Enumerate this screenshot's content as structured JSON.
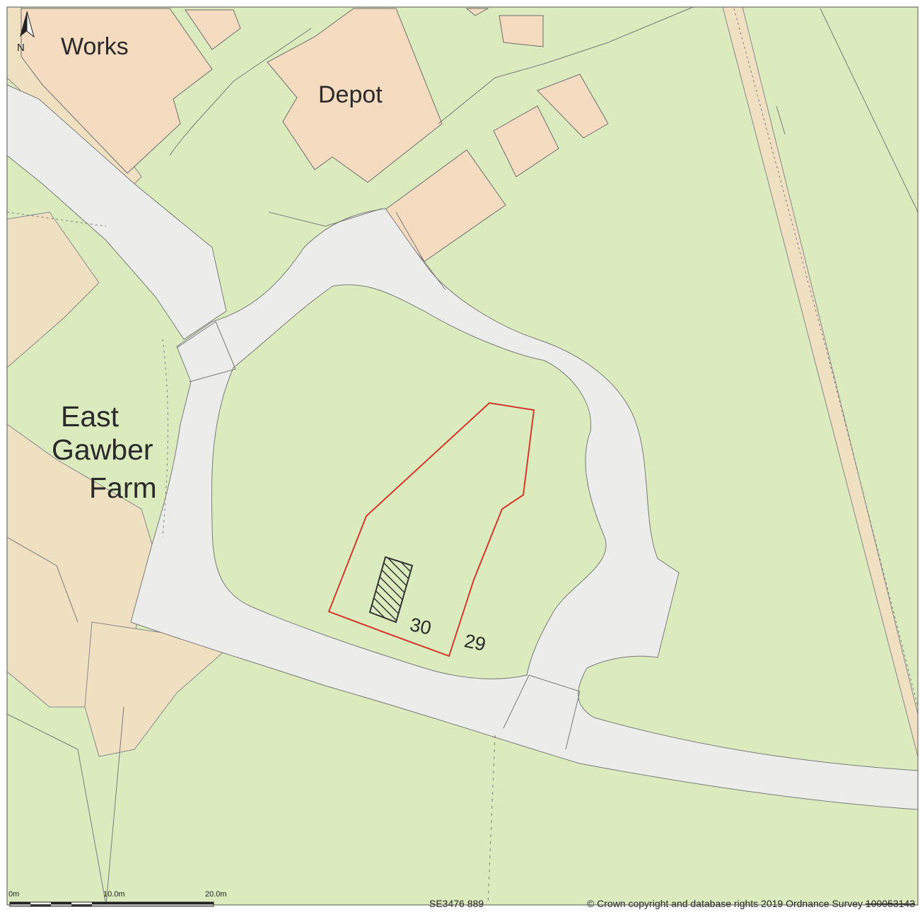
{
  "map": {
    "colors": {
      "land": "#dcebbe",
      "building": "#f5dcc0",
      "road": "#ececea",
      "path": "#efe0c2",
      "outbuilding": "#f5f3c6",
      "boundary": "#d23a2e",
      "line": "#6e6e6e"
    },
    "north": {
      "label": "N",
      "icon": "north-arrow-icon"
    },
    "labels": {
      "works": "Works",
      "depot": "Depot",
      "east": "East",
      "gawber": "Gawber",
      "farm": "Farm",
      "house30": "30",
      "house29": "29"
    },
    "scale": {
      "t0": "0m",
      "t1": "10.0m",
      "t2": "20.0m"
    },
    "grid_ref": "SE3476 889",
    "copyright_prefix": "© Crown copyright and database rights 2019 Ordnance Survey ",
    "copyright_number": "100053143"
  }
}
